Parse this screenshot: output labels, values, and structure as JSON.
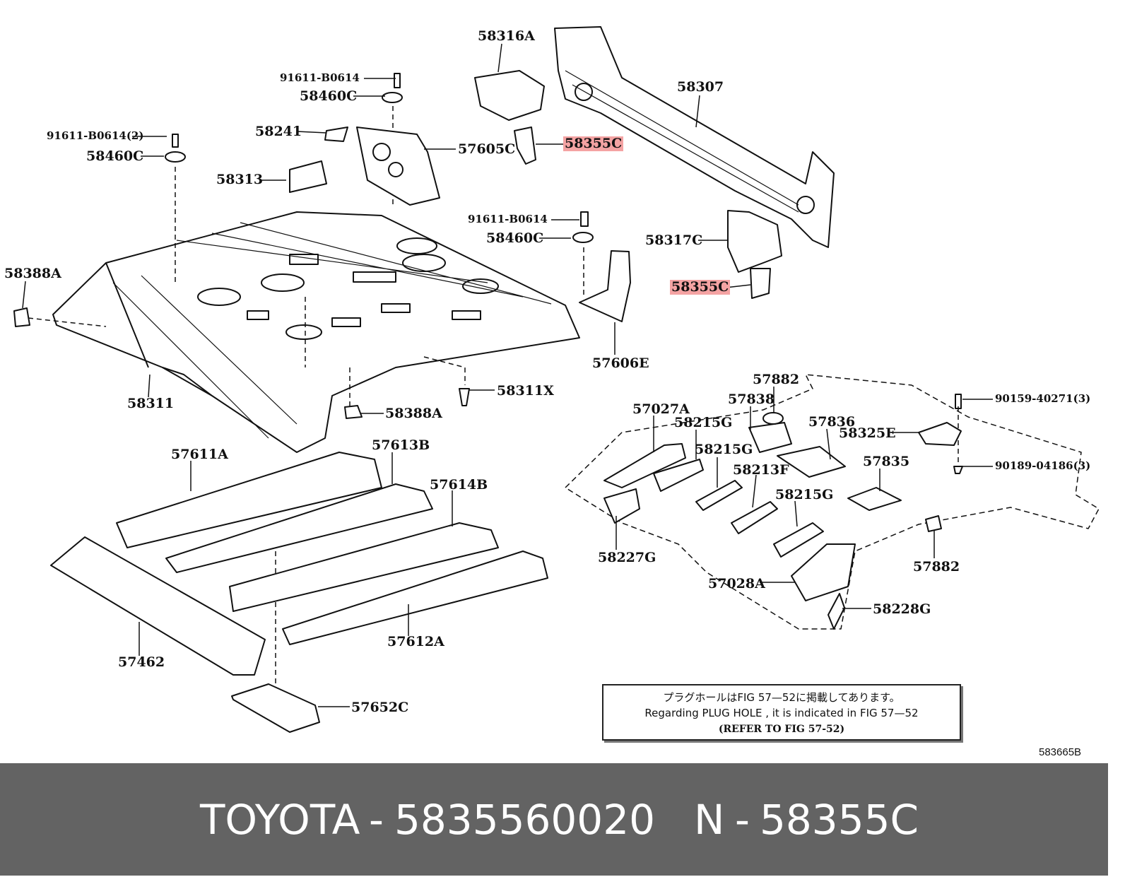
{
  "labels": [
    {
      "id": "58316A",
      "text": "58316A",
      "highlighted": false
    },
    {
      "id": "91611-B0614-a",
      "text": "91611-B0614",
      "highlighted": false
    },
    {
      "id": "58460C-a",
      "text": "58460C",
      "highlighted": false
    },
    {
      "id": "58307",
      "text": "58307",
      "highlighted": false
    },
    {
      "id": "91611-B0614-2",
      "text": "91611-B0614(2)",
      "highlighted": false
    },
    {
      "id": "58241",
      "text": "58241",
      "highlighted": false
    },
    {
      "id": "57605C",
      "text": "57605C",
      "highlighted": false
    },
    {
      "id": "58355C-a",
      "text": "58355C",
      "highlighted": true
    },
    {
      "id": "58460C-b",
      "text": "58460C",
      "highlighted": false
    },
    {
      "id": "58313",
      "text": "58313",
      "highlighted": false
    },
    {
      "id": "91611-B0614-b",
      "text": "91611-B0614",
      "highlighted": false
    },
    {
      "id": "58460C-c",
      "text": "58460C",
      "highlighted": false
    },
    {
      "id": "58317C",
      "text": "58317C",
      "highlighted": false
    },
    {
      "id": "58388A-a",
      "text": "58388A",
      "highlighted": false
    },
    {
      "id": "58355C-b",
      "text": "58355C",
      "highlighted": true
    },
    {
      "id": "57606E",
      "text": "57606E",
      "highlighted": false
    },
    {
      "id": "58311",
      "text": "58311",
      "highlighted": false
    },
    {
      "id": "58311X",
      "text": "58311X",
      "highlighted": false
    },
    {
      "id": "58388A-b",
      "text": "58388A",
      "highlighted": false
    },
    {
      "id": "57882-a",
      "text": "57882",
      "highlighted": false
    },
    {
      "id": "57838",
      "text": "57838",
      "highlighted": false
    },
    {
      "id": "90159-40271",
      "text": "90159-40271(3)",
      "highlighted": false
    },
    {
      "id": "57027A",
      "text": "57027A",
      "highlighted": false
    },
    {
      "id": "58215G-a",
      "text": "58215G",
      "highlighted": false
    },
    {
      "id": "57836",
      "text": "57836",
      "highlighted": false
    },
    {
      "id": "58325E",
      "text": "58325E",
      "highlighted": false
    },
    {
      "id": "57611A",
      "text": "57611A",
      "highlighted": false
    },
    {
      "id": "57613B",
      "text": "57613B",
      "highlighted": false
    },
    {
      "id": "58215G-b",
      "text": "58215G",
      "highlighted": false
    },
    {
      "id": "57835",
      "text": "57835",
      "highlighted": false
    },
    {
      "id": "90189-04186",
      "text": "90189-04186(3)",
      "highlighted": false
    },
    {
      "id": "58213F",
      "text": "58213F",
      "highlighted": false
    },
    {
      "id": "57614B",
      "text": "57614B",
      "highlighted": false
    },
    {
      "id": "58215G-c",
      "text": "58215G",
      "highlighted": false
    },
    {
      "id": "58227G",
      "text": "58227G",
      "highlighted": false
    },
    {
      "id": "57882-b",
      "text": "57882",
      "highlighted": false
    },
    {
      "id": "57028A",
      "text": "57028A",
      "highlighted": false
    },
    {
      "id": "58228G",
      "text": "58228G",
      "highlighted": false
    },
    {
      "id": "57612A",
      "text": "57612A",
      "highlighted": false
    },
    {
      "id": "57462",
      "text": "57462",
      "highlighted": false
    },
    {
      "id": "57652C",
      "text": "57652C",
      "highlighted": false
    }
  ],
  "note": {
    "line1": "プラグホールはFIG 57—52に掲載してあります。",
    "line2": "Regarding  PLUG  HOLE , it is indicated in FIG  57—52",
    "line3": "(REFER TO FIG 57-52)"
  },
  "drawing_id": "583665B",
  "footer": {
    "brand": "TOYOTA",
    "separator": "-",
    "part_number": "5835560020",
    "ref_prefix": "N",
    "ref_code": "58355C"
  },
  "colors": {
    "highlight": "#f4a3a3",
    "footer_bg": "#636363",
    "footer_text": "#ffffff",
    "line": "#111111"
  }
}
